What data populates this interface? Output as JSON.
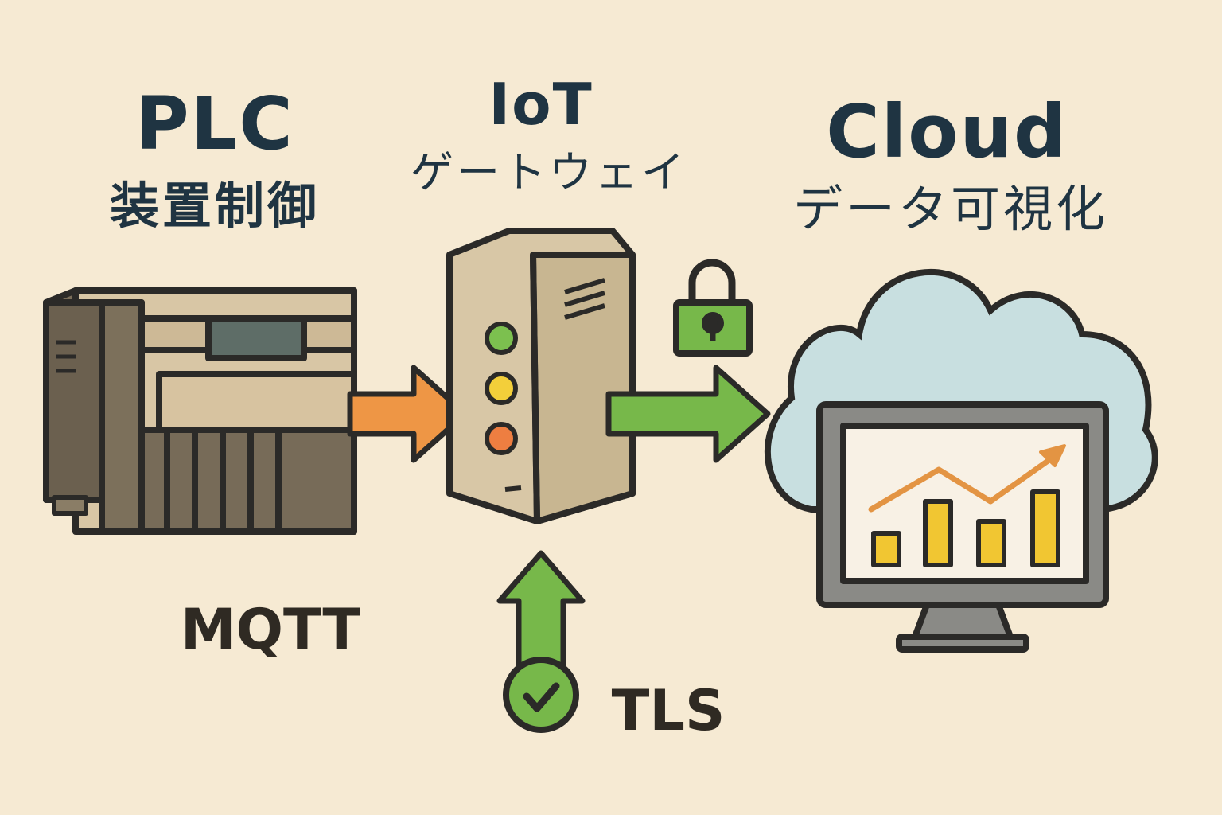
{
  "plc": {
    "title": "PLC",
    "subtitle": "装置制御"
  },
  "gateway": {
    "title": "IoT",
    "subtitle": "ゲートウェイ"
  },
  "cloud": {
    "title": "Cloud",
    "subtitle": "データ可視化"
  },
  "protocols": {
    "mqtt": "MQTT",
    "tls": "TLS"
  },
  "icons": {
    "plc": "plc-device-icon",
    "gateway": "server-tower-icon",
    "lock": "padlock-icon",
    "cloud": "cloud-icon",
    "monitor": "monitor-chart-icon",
    "check": "check-circle-icon"
  },
  "colors": {
    "background": "#f6ead3",
    "text": "#1f3442",
    "arrow_orange": "#ee9645",
    "arrow_green": "#77b84a",
    "cloud_fill": "#c8dfe0",
    "bar_yellow": "#f1c632"
  }
}
